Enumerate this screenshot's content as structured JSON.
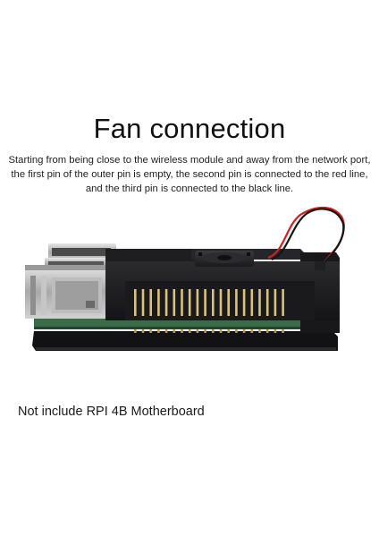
{
  "heading": "Fan connection",
  "description": "Starting from being close to the wireless module and away from the network port, the first pin of the outer pin is empty, the second pin is connected to the red line, and the third pin is connected to the black line.",
  "note": "Not include RPI 4B Motherboard",
  "colors": {
    "case": "#1c1c1e",
    "board": "#3c6b4a",
    "wire_red": "#d22020",
    "wire_black": "#161616",
    "port_metal": "#b8b8b8"
  }
}
